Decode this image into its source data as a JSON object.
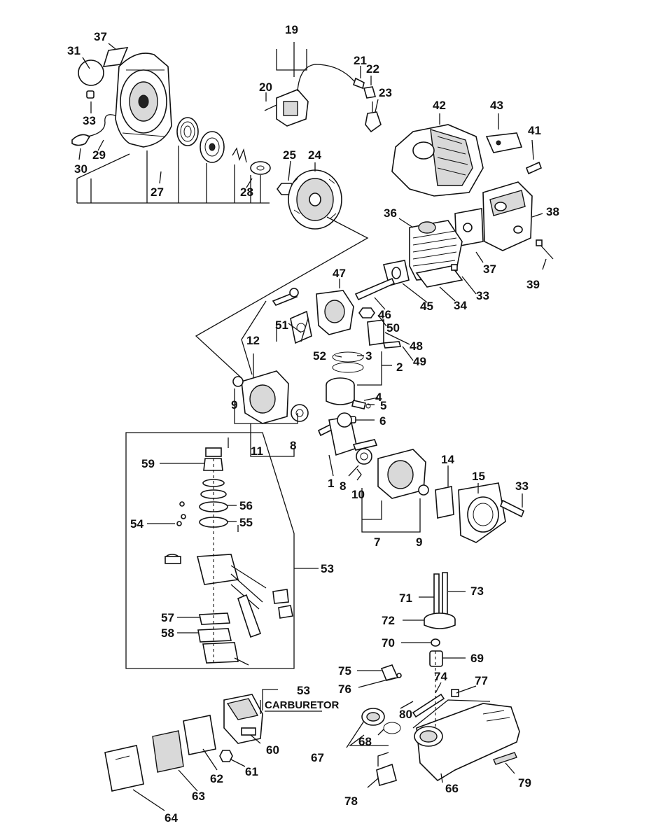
{
  "labels": {
    "p1": "1",
    "p2": "2",
    "p3": "3",
    "p4": "4",
    "p5": "5",
    "p6": "6",
    "p7": "7",
    "p8a": "8",
    "p8b": "8",
    "p9a": "9",
    "p9b": "9",
    "p10": "10",
    "p11": "11",
    "p12": "12",
    "p14": "14",
    "p15": "15",
    "p19": "19",
    "p20": "20",
    "p21": "21",
    "p22": "22",
    "p23": "23",
    "p24": "24",
    "p25": "25",
    "p27": "27",
    "p28": "28",
    "p29": "29",
    "p30": "30",
    "p31": "31",
    "p33a": "33",
    "p33b": "33",
    "p33c": "33",
    "p34": "34",
    "p36": "36",
    "p37a": "37",
    "p37b": "37",
    "p38": "38",
    "p39": "39",
    "p41": "41",
    "p42": "42",
    "p43": "43",
    "p45": "45",
    "p46": "46",
    "p47": "47",
    "p48": "48",
    "p49": "49",
    "p50": "50",
    "p51": "51",
    "p52": "52",
    "p53a": "53",
    "p53b": "53",
    "p54": "54",
    "p55": "55",
    "p56": "56",
    "p57": "57",
    "p58": "58",
    "p59": "59",
    "p60": "60",
    "p61": "61",
    "p62": "62",
    "p63": "63",
    "p64": "64",
    "p66": "66",
    "p67": "67",
    "p68": "68",
    "p69": "69",
    "p70": "70",
    "p71": "71",
    "p72": "72",
    "p73": "73",
    "p74": "74",
    "p75": "75",
    "p76": "76",
    "p77": "77",
    "p78": "78",
    "p79": "79",
    "p80": "80"
  },
  "carburetor_label": "CARBURETOR"
}
